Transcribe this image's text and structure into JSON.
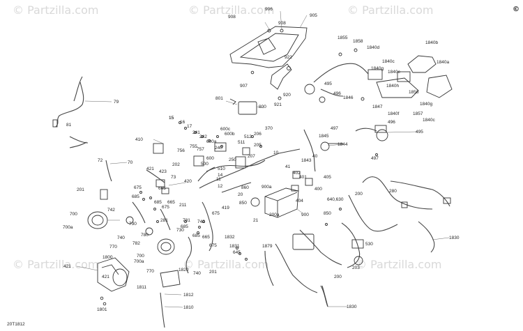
{
  "watermark": {
    "text": "© Partzilla.com"
  },
  "copyright_symbol": "©",
  "diagram_code": "20T1812",
  "part_labels": [
    "906",
    "908",
    "908",
    "905",
    "922",
    "907",
    "920",
    "921",
    "801",
    "800",
    "1855",
    "1858",
    "1840d",
    "1840b",
    "1840c",
    "1840a",
    "1840e",
    "1840h",
    "1856",
    "1840g",
    "1846",
    "1847",
    "1840f",
    "1857",
    "1840g",
    "1840c",
    "495",
    "496",
    "497",
    "496",
    "495",
    "497",
    "79",
    "81",
    "15",
    "16",
    "17",
    "241",
    "242",
    "600a",
    "600c",
    "600b",
    "240",
    "757",
    "755",
    "756",
    "512",
    "206",
    "370",
    "511",
    "207",
    "205",
    "10",
    "410",
    "202",
    "500",
    "250",
    "510",
    "600",
    "11",
    "12",
    "20",
    "1845",
    "1844",
    "1843",
    "41",
    "402",
    "401",
    "405",
    "400",
    "404",
    "40",
    "640,630",
    "850",
    "900",
    "200a",
    "900a",
    "21",
    "850",
    "860",
    "72",
    "70",
    "421",
    "423",
    "73",
    "420",
    "201",
    "675",
    "665",
    "665",
    "685",
    "685",
    "211",
    "675",
    "419",
    "675",
    "700",
    "742",
    "730",
    "281",
    "700a",
    "740",
    "770",
    "780",
    "782",
    "781",
    "685",
    "742",
    "675",
    "730",
    "685",
    "665",
    "1832",
    "1831",
    "645",
    "1879",
    "530",
    "203",
    "280",
    "200",
    "1830",
    "421",
    "1800",
    "421",
    "700",
    "700a",
    "770",
    "1820",
    "740",
    "201",
    "1811",
    "1812",
    "1810",
    "1801",
    "1830",
    "200",
    "14",
    "15"
  ]
}
